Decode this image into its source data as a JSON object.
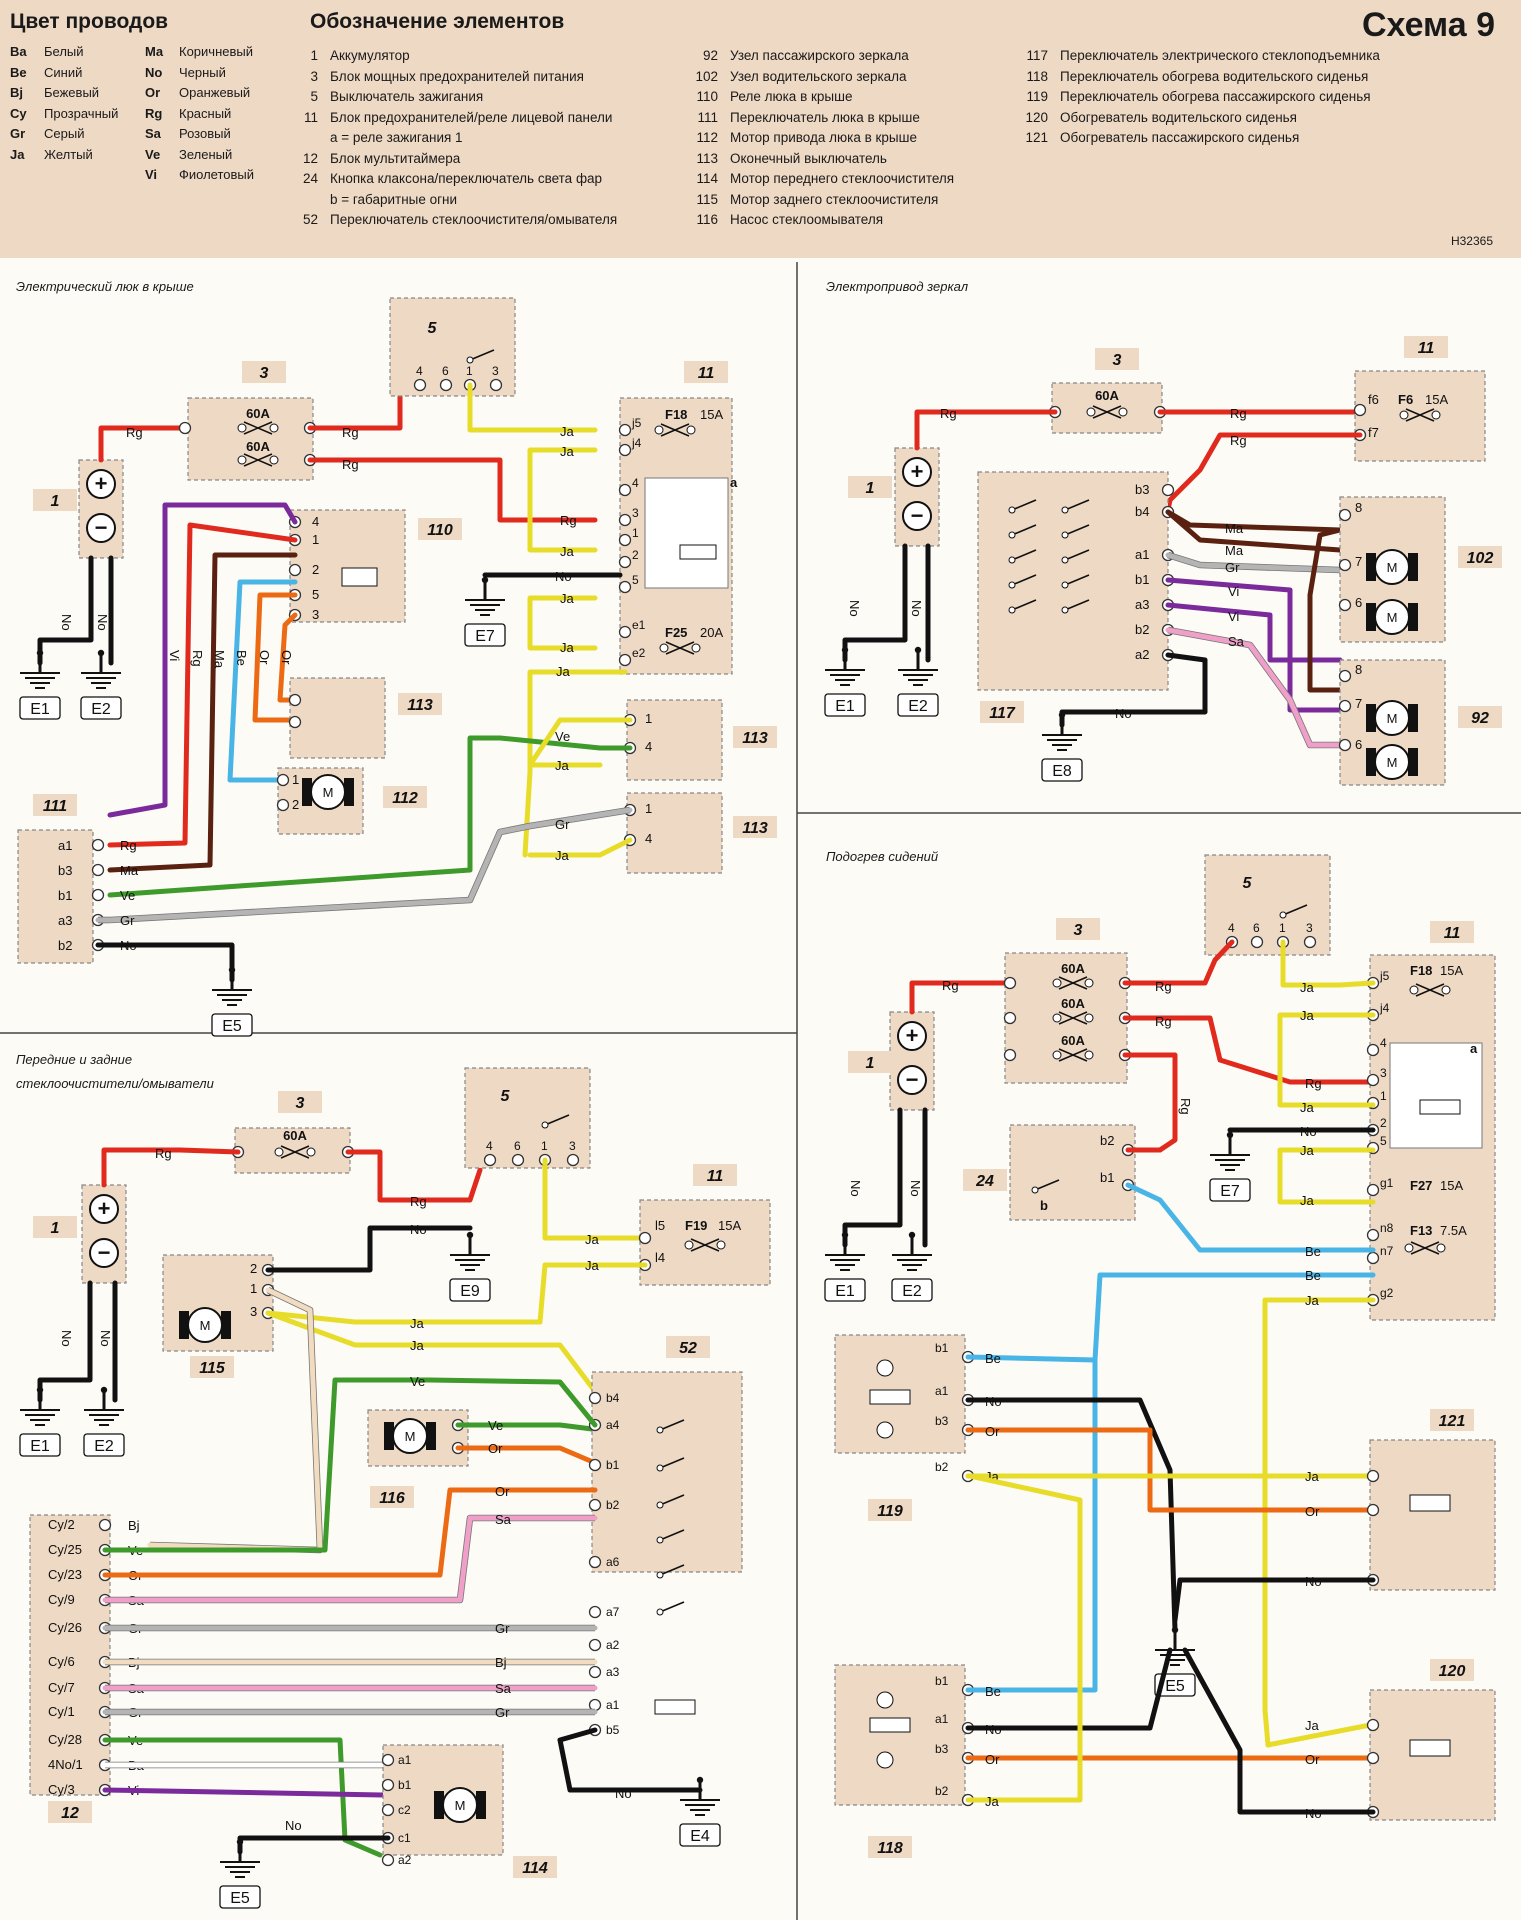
{
  "header": {
    "wire_colors_title": "Цвет проводов",
    "elements_title": "Обозначение элементов",
    "scheme_title": "Схема 9",
    "code": "H32365",
    "wire_colors": [
      {
        "code": "Ba",
        "name": "Белый"
      },
      {
        "code": "Be",
        "name": "Синий"
      },
      {
        "code": "Bj",
        "name": "Бежевый"
      },
      {
        "code": "Cy",
        "name": "Прозрачный"
      },
      {
        "code": "Gr",
        "name": "Серый"
      },
      {
        "code": "Ja",
        "name": "Желтый"
      },
      {
        "code": "Ma",
        "name": "Коричневый"
      },
      {
        "code": "No",
        "name": "Черный"
      },
      {
        "code": "Or",
        "name": "Оранжевый"
      },
      {
        "code": "Rg",
        "name": "Красный"
      },
      {
        "code": "Sa",
        "name": "Розовый"
      },
      {
        "code": "Ve",
        "name": "Зеленый"
      },
      {
        "code": "Vi",
        "name": "Фиолетовый"
      }
    ],
    "elements_col1": [
      {
        "n": "1",
        "t": "Аккумулятор"
      },
      {
        "n": "3",
        "t": "Блок мощных предохранителей питания"
      },
      {
        "n": "5",
        "t": "Выключатель зажигания"
      },
      {
        "n": "11",
        "t": "Блок предохранителей/реле лицевой панели"
      },
      {
        "n": "",
        "t": "a = реле зажигания 1"
      },
      {
        "n": "12",
        "t": "Блок мультитаймера"
      },
      {
        "n": "24",
        "t": "Кнопка клаксона/переключатель света фар"
      },
      {
        "n": "",
        "t": "b = габаритные огни"
      },
      {
        "n": "52",
        "t": "Переключатель стеклоочистителя/омывателя"
      }
    ],
    "elements_col2": [
      {
        "n": "92",
        "t": "Узел пассажирского зеркала"
      },
      {
        "n": "102",
        "t": "Узел водительского зеркала"
      },
      {
        "n": "110",
        "t": "Реле люка в крыше"
      },
      {
        "n": "111",
        "t": "Переключатель люка в крыше"
      },
      {
        "n": "112",
        "t": "Мотор привода люка в крыше"
      },
      {
        "n": "113",
        "t": "Оконечный выключатель"
      },
      {
        "n": "114",
        "t": "Мотор переднего стеклоочистителя"
      },
      {
        "n": "115",
        "t": "Мотор заднего стеклоочистителя"
      },
      {
        "n": "116",
        "t": "Насос стеклоомывателя"
      }
    ],
    "elements_col3": [
      {
        "n": "117",
        "t": "Переключатель электрического стеклоподъемника"
      },
      {
        "n": "118",
        "t": "Переключатель обогрева водительского сиденья"
      },
      {
        "n": "119",
        "t": "Переключатель обогрева пассажирского сиденья"
      },
      {
        "n": "120",
        "t": "Обогреватель водительского сиденья"
      },
      {
        "n": "121",
        "t": "Обогреватель пассажирского сиденья"
      }
    ]
  },
  "sections": {
    "sunroof": "Электрический люк в крыше",
    "mirrors": "Электропривод зеркал",
    "seats": "Подогрев сидений",
    "wipers_1": "Передние и задние",
    "wipers_2": "стеклоочистители/омыватели"
  },
  "labels": {
    "grounds": {
      "e1": "E1",
      "e2": "E2",
      "e4": "E4",
      "e5": "E5",
      "e7": "E7",
      "e8": "E8",
      "e9": "E9"
    },
    "fuses": {
      "f18": "F18",
      "f18a": "15A",
      "f25": "F25",
      "f25a": "20A",
      "f6": "F6",
      "f6a": "15A",
      "f19": "F19",
      "f19a": "15A",
      "f27": "F27",
      "f27a": "15A",
      "f13": "F13",
      "f13a": "7.5A",
      "mega": "60A"
    },
    "components": {
      "c1": "1",
      "c3": "3",
      "c5": "5",
      "c11": "11",
      "c12": "12",
      "c24": "24",
      "c52": "52",
      "c92": "92",
      "c102": "102",
      "c110": "110",
      "c111": "111",
      "c112": "112",
      "c113": "113",
      "c114": "114",
      "c115": "115",
      "c116": "116",
      "c117": "117",
      "c118": "118",
      "c119": "119",
      "c120": "120",
      "c121": "121"
    },
    "wires": {
      "Rg": "Rg",
      "Ja": "Ja",
      "No": "No",
      "Ma": "Ma",
      "Ve": "Ve",
      "Vi": "Vi",
      "Gr": "Gr",
      "Be": "Be",
      "Or": "Or",
      "Sa": "Sa",
      "Bj": "Bj",
      "Ba": "Ba"
    },
    "timer_pins": [
      "Cy/2",
      "Cy/25",
      "Cy/23",
      "Cy/9",
      "Cy/26",
      "Cy/6",
      "Cy/7",
      "Cy/1",
      "Cy/28",
      "4No/1",
      "Cy/3"
    ],
    "timer_wires": [
      "Bj",
      "Ve",
      "Or",
      "Sa",
      "Gr",
      "Bj",
      "Sa",
      "Gr",
      "Ve",
      "Ba",
      "Vi"
    ],
    "sw52_pins": [
      "b4",
      "a4",
      "b1",
      "b2",
      "a6",
      "a7",
      "a2",
      "a3",
      "a1",
      "b5"
    ],
    "sw111_pins": [
      "a1",
      "b3",
      "b1",
      "a3",
      "b2"
    ],
    "sw111_wires": [
      "Rg",
      "Ma",
      "Ve",
      "Gr",
      "No"
    ],
    "sw117_pins": [
      "b3",
      "b4",
      "a1",
      "b1",
      "a3",
      "b2",
      "a2"
    ],
    "sw117_wires": [
      "Ma",
      "Ma",
      "Gr",
      "Vi",
      "Vi",
      "Sa"
    ],
    "motor": "M"
  },
  "colors": {
    "Rg": "#e02a1e",
    "Ja": "#e8dc2a",
    "No": "#111111",
    "Ma": "#5a2010",
    "Ve": "#3e9a2a",
    "Vi": "#7a2a9a",
    "Gr": "#b4b4b4",
    "Be": "#49b4e6",
    "Or": "#ec6a14",
    "Sa": "#f0a0c8",
    "Bj": "#f2dcc0",
    "Ba": "#ffffff",
    "box": "#eed9c4"
  }
}
